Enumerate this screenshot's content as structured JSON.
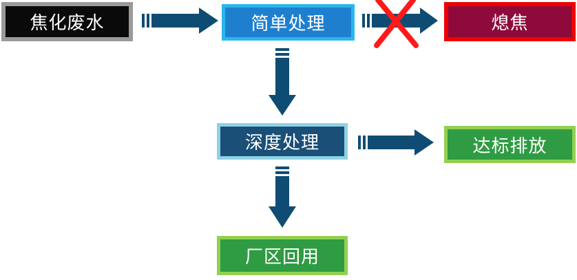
{
  "nodes": {
    "coking_wastewater": "焦化废水",
    "simple_treatment": "简单处理",
    "coke_quenching": "熄焦",
    "deep_treatment": "深度处理",
    "discharge_to_standard": "达标排放",
    "plant_reuse": "厂区回用"
  },
  "colors": {
    "arrow": "#0f4c73",
    "cross": "#ff1a1a"
  },
  "icons": {
    "flow_arrow": "striped-block-arrow",
    "blocked_mark": "cross-icon"
  }
}
